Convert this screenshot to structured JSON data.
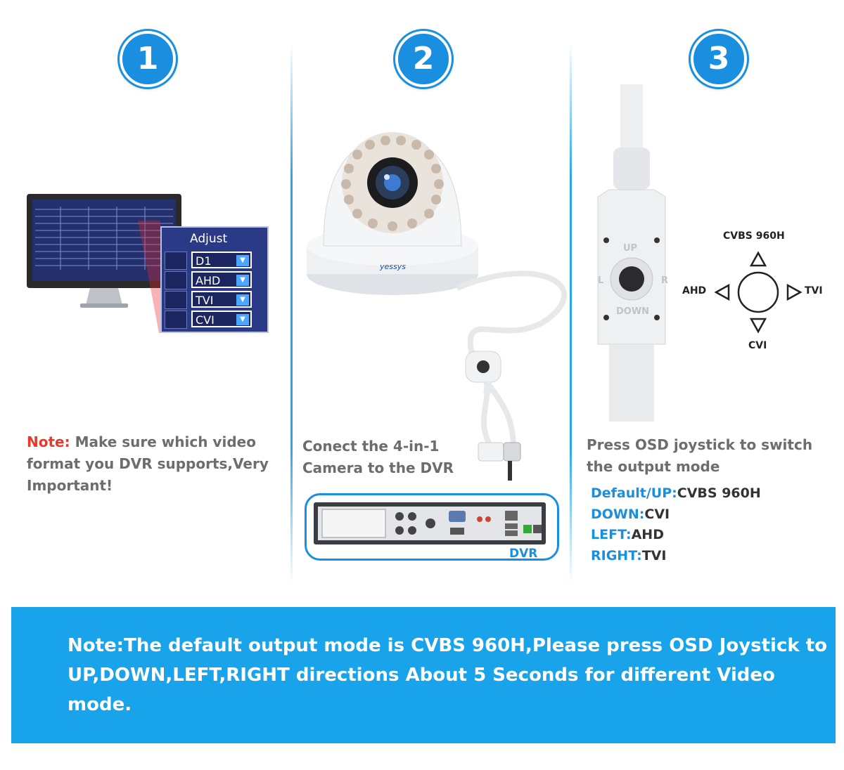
{
  "steps": [
    {
      "number": "1"
    },
    {
      "number": "2"
    },
    {
      "number": "3"
    }
  ],
  "panel1": {
    "note_prefix": "Note:",
    "note_line1": " Make sure which video",
    "note_line2": "format you DVR supports,Very",
    "note_line3": "Important!",
    "adjust_title": "Adjust",
    "adjust_options": [
      "D1",
      "AHD",
      "TVI",
      "CVI"
    ]
  },
  "panel2": {
    "caption_line1": "Conect the 4-in-1",
    "caption_line2": "Camera to the DVR",
    "brand": "yessys",
    "dvr_label": "DVR"
  },
  "panel3": {
    "caption_line1": "Press OSD joystick to switch",
    "caption_line2": "the output mode",
    "joystick": {
      "up": "CVBS 960H",
      "left": "AHD",
      "right": "TVI",
      "down": "CVI",
      "cable_up": "UP",
      "cable_down": "DOWN",
      "cable_left": "L",
      "cable_right": "R"
    },
    "modes": [
      {
        "key": "Default/UP:",
        "value": "CVBS 960H"
      },
      {
        "key": "DOWN:",
        "value": "CVI"
      },
      {
        "key": "LEFT:",
        "value": "AHD"
      },
      {
        "key": "RIGHT:",
        "value": "TVI"
      }
    ]
  },
  "banner": {
    "text": "Note:The default output mode is CVBS 960H,Please press OSD Joystick to UP,DOWN,LEFT,RIGHT directions About 5 Seconds for different Video mode."
  },
  "colors": {
    "accent": "#1a8fe0",
    "banner": "#19a3ea",
    "note_red": "#e8392c",
    "caption_gray": "#6d6d6d"
  }
}
